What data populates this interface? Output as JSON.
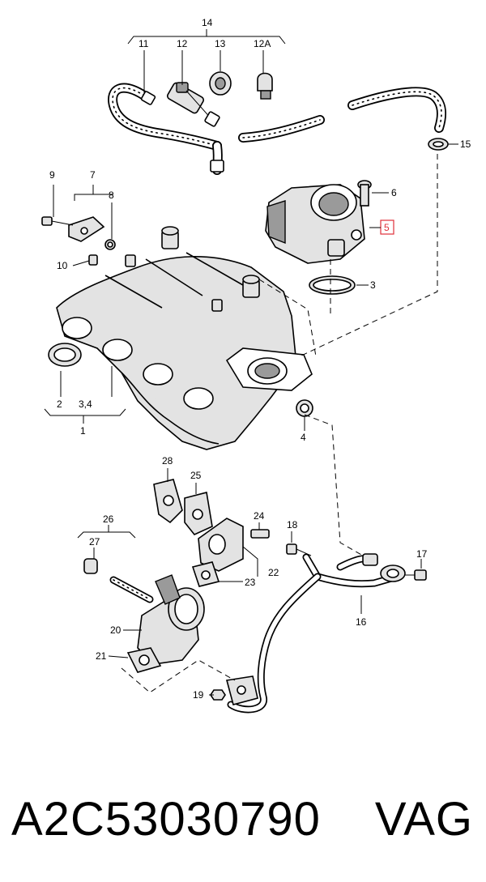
{
  "diagram": {
    "callouts": [
      {
        "id": "1",
        "label": "1"
      },
      {
        "id": "2",
        "label": "2"
      },
      {
        "id": "3-4",
        "label": "3,4"
      },
      {
        "id": "3",
        "label": "3"
      },
      {
        "id": "4",
        "label": "4"
      },
      {
        "id": "5",
        "label": "5",
        "highlighted": true
      },
      {
        "id": "6",
        "label": "6"
      },
      {
        "id": "7",
        "label": "7"
      },
      {
        "id": "8",
        "label": "8"
      },
      {
        "id": "9",
        "label": "9"
      },
      {
        "id": "10",
        "label": "10"
      },
      {
        "id": "11",
        "label": "11"
      },
      {
        "id": "12",
        "label": "12"
      },
      {
        "id": "12A",
        "label": "12A"
      },
      {
        "id": "13",
        "label": "13"
      },
      {
        "id": "14",
        "label": "14"
      },
      {
        "id": "15",
        "label": "15"
      },
      {
        "id": "16",
        "label": "16"
      },
      {
        "id": "17",
        "label": "17"
      },
      {
        "id": "18",
        "label": "18"
      },
      {
        "id": "19",
        "label": "19"
      },
      {
        "id": "20",
        "label": "20"
      },
      {
        "id": "21",
        "label": "21"
      },
      {
        "id": "22",
        "label": "22"
      },
      {
        "id": "23",
        "label": "23"
      },
      {
        "id": "24",
        "label": "24"
      },
      {
        "id": "25",
        "label": "25"
      },
      {
        "id": "26",
        "label": "26"
      },
      {
        "id": "27",
        "label": "27"
      },
      {
        "id": "28",
        "label": "28"
      }
    ],
    "highlight_color": "#e0303a"
  },
  "footer": {
    "part_number": "A2C53030790",
    "brand": "VAG"
  }
}
